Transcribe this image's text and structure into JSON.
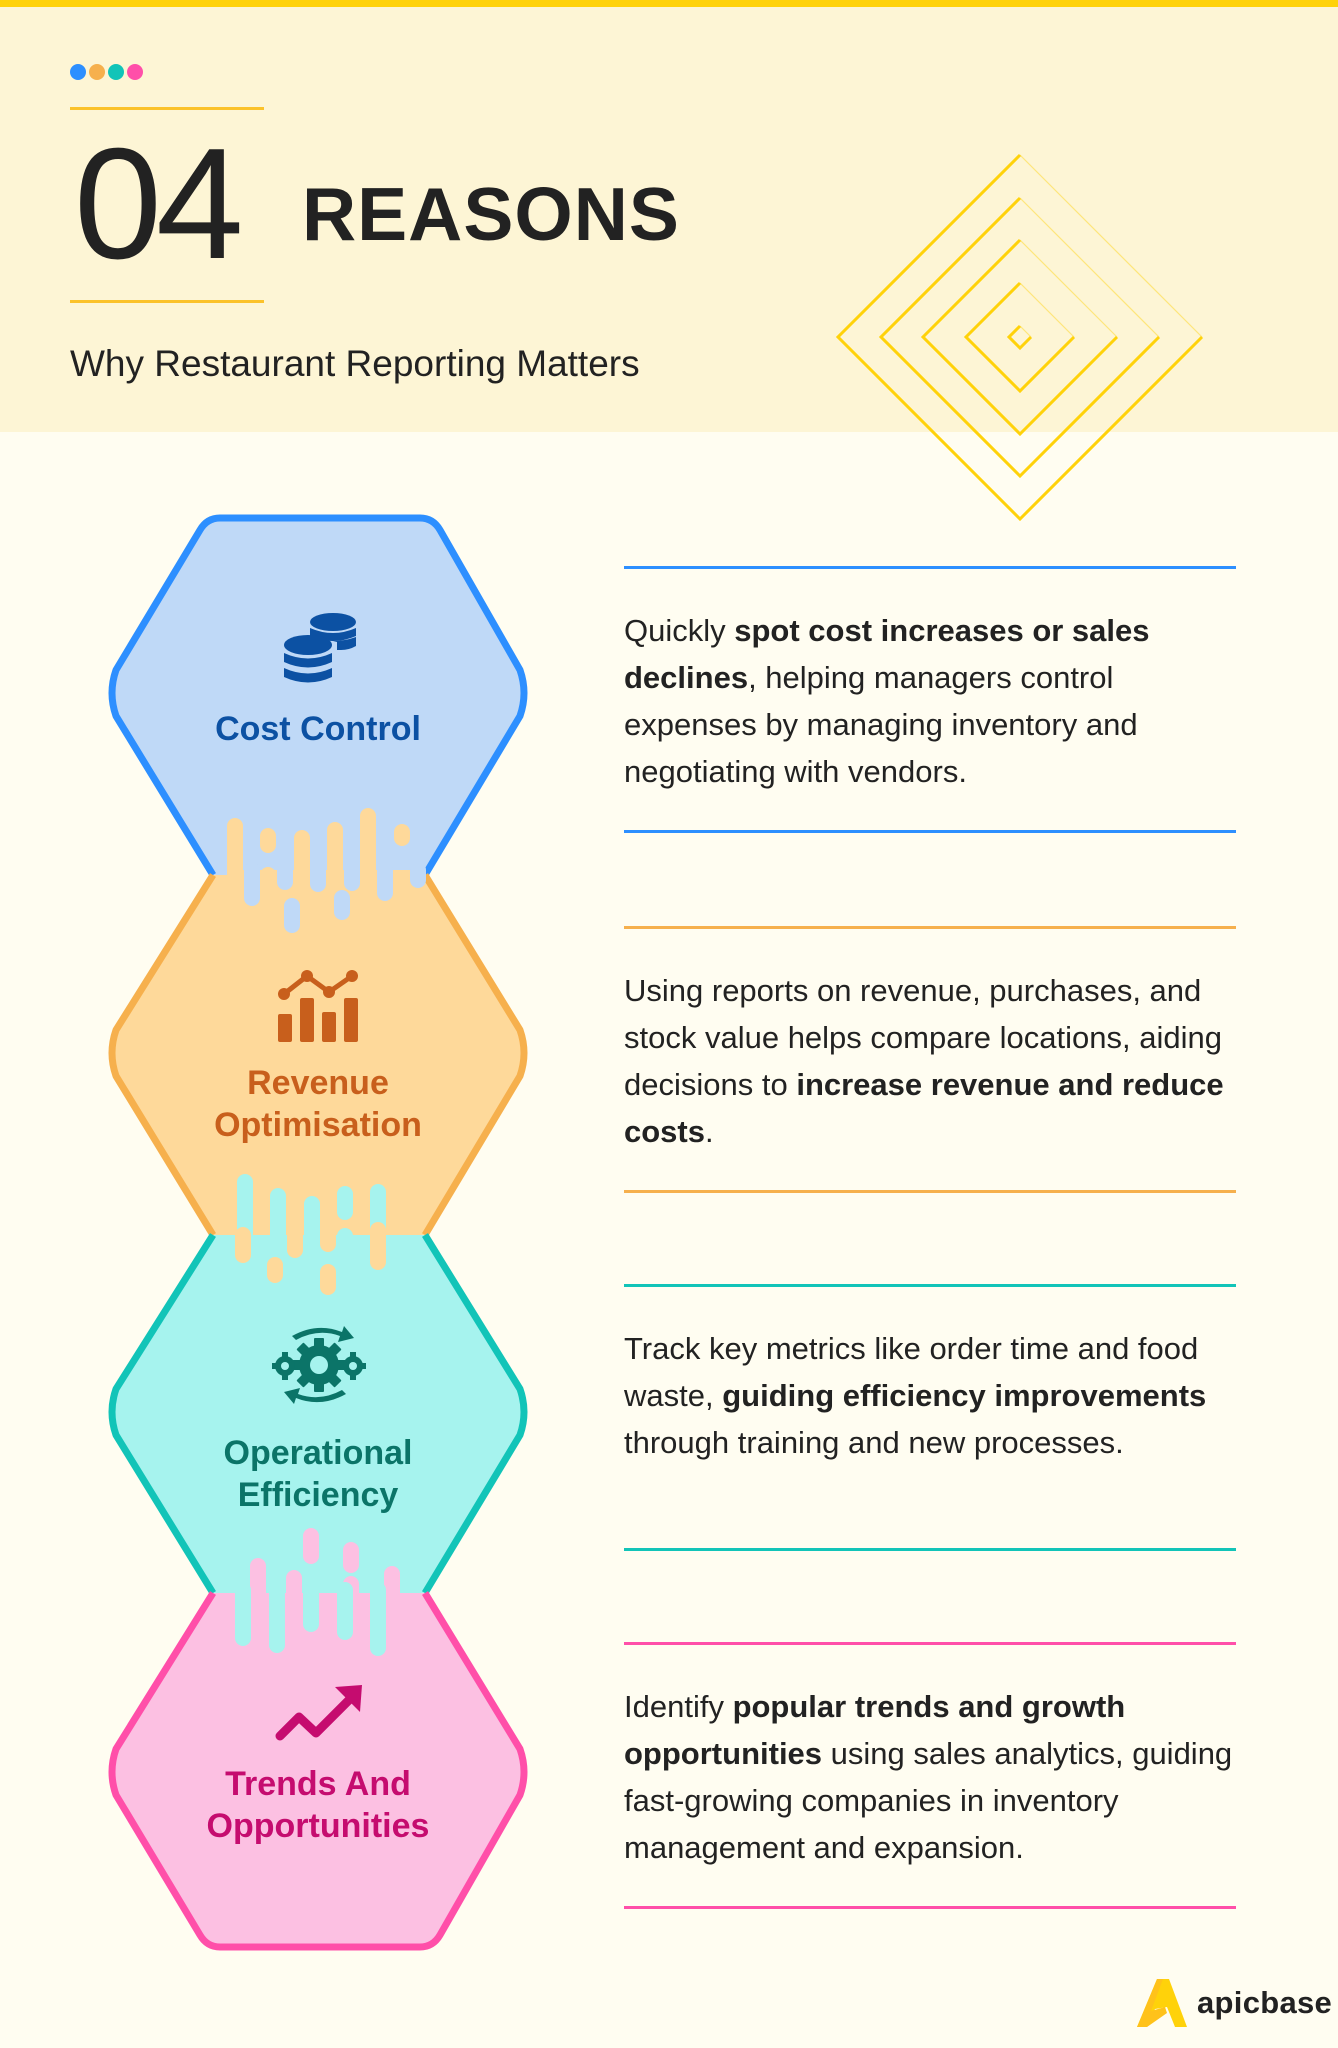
{
  "header": {
    "dots": [
      "#2d8fff",
      "#f6b04d",
      "#12c4b8",
      "#ff4fa9"
    ],
    "number": "04",
    "word": "REASONS",
    "subtitle": "Why Restaurant Reporting Matters",
    "accent_color": "#fbc22a"
  },
  "reasons": [
    {
      "title_lines": [
        "Cost Control"
      ],
      "icon": "coins-stack-icon",
      "stroke": "#2d8fff",
      "fill": "#bfd9f7",
      "text_color": "#0c51a3",
      "description": [
        {
          "t": "Quickly ",
          "b": false
        },
        {
          "t": "spot cost increases or sales declines",
          "b": true
        },
        {
          "t": ", helping managers control expenses by managing inventory and negotiating with vendors.",
          "b": false
        }
      ]
    },
    {
      "title_lines": [
        "Revenue",
        "Optimisation"
      ],
      "icon": "bar-line-chart-icon",
      "stroke": "#f6b04d",
      "fill": "#fed99a",
      "text_color": "#c85f1c",
      "description": [
        {
          "t": "Using reports on revenue, purchases, and stock value helps compare locations, aiding decisions to ",
          "b": false
        },
        {
          "t": "increase revenue and reduce costs",
          "b": true
        },
        {
          "t": ".",
          "b": false
        }
      ]
    },
    {
      "title_lines": [
        "Operational",
        "Efficiency"
      ],
      "icon": "gears-cycle-icon",
      "stroke": "#12c4b8",
      "fill": "#a6f3ee",
      "text_color": "#0b7468",
      "description": [
        {
          "t": "Track key metrics like order time and food waste, ",
          "b": false
        },
        {
          "t": "guiding efficiency improvements",
          "b": true
        },
        {
          "t": " through training and new processes.",
          "b": false
        }
      ]
    },
    {
      "title_lines": [
        "Trends And",
        "Opportunities"
      ],
      "icon": "trending-up-arrow-icon",
      "stroke": "#ff4fa9",
      "fill": "#fcc0e2",
      "text_color": "#c50c6f",
      "description": [
        {
          "t": "Identify ",
          "b": false
        },
        {
          "t": "popular trends and growth opportunities",
          "b": true
        },
        {
          "t": " using sales analytics, guiding fast-growing companies in inventory management and expansion.",
          "b": false
        }
      ]
    }
  ],
  "brand": {
    "name": "apicbase",
    "logo_color": "#ffd20a"
  }
}
